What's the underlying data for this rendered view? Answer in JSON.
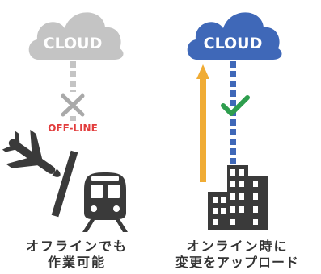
{
  "colors": {
    "cloud_offline": "#c4c4c4",
    "cloud_online": "#3f68b8",
    "connector_offline": "#c4c4c4",
    "connector_online": "#3f68b8",
    "cross": "#a9a9a9",
    "check": "#2e9e4e",
    "offline_label": "#e23c3c",
    "upload_arrow": "#f0ac35",
    "icons": "#3a3a3a",
    "caption_text": "#333333"
  },
  "left": {
    "cloud_label": "CLOUD",
    "status_label": "OFF-LINE",
    "status_icon": "cross-icon",
    "devices": [
      "airplane-icon",
      "train-icon"
    ],
    "caption_line1": "オフラインでも",
    "caption_line2": "作業可能"
  },
  "right": {
    "cloud_label": "CLOUD",
    "status_icon": "check-icon",
    "arrow": "upload-arrow-icon",
    "device": "building-icon",
    "caption_line1": "オンライン時に",
    "caption_line2": "変更をアップロード"
  }
}
